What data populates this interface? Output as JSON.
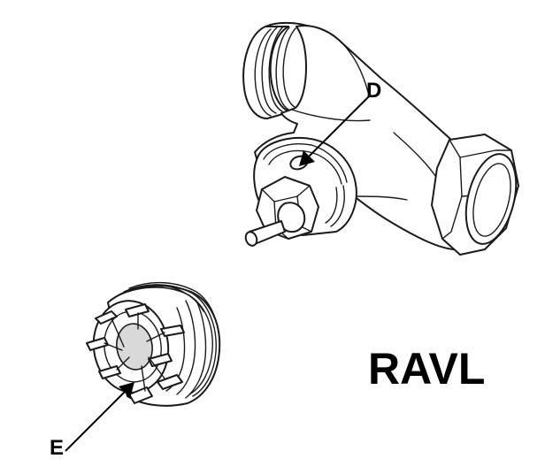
{
  "callouts": {
    "d": "D",
    "e": "E"
  },
  "model_label": "RAVL",
  "colors": {
    "line": "#1a1a1a",
    "background": "#ffffff",
    "shade": "#d9d9d9"
  }
}
